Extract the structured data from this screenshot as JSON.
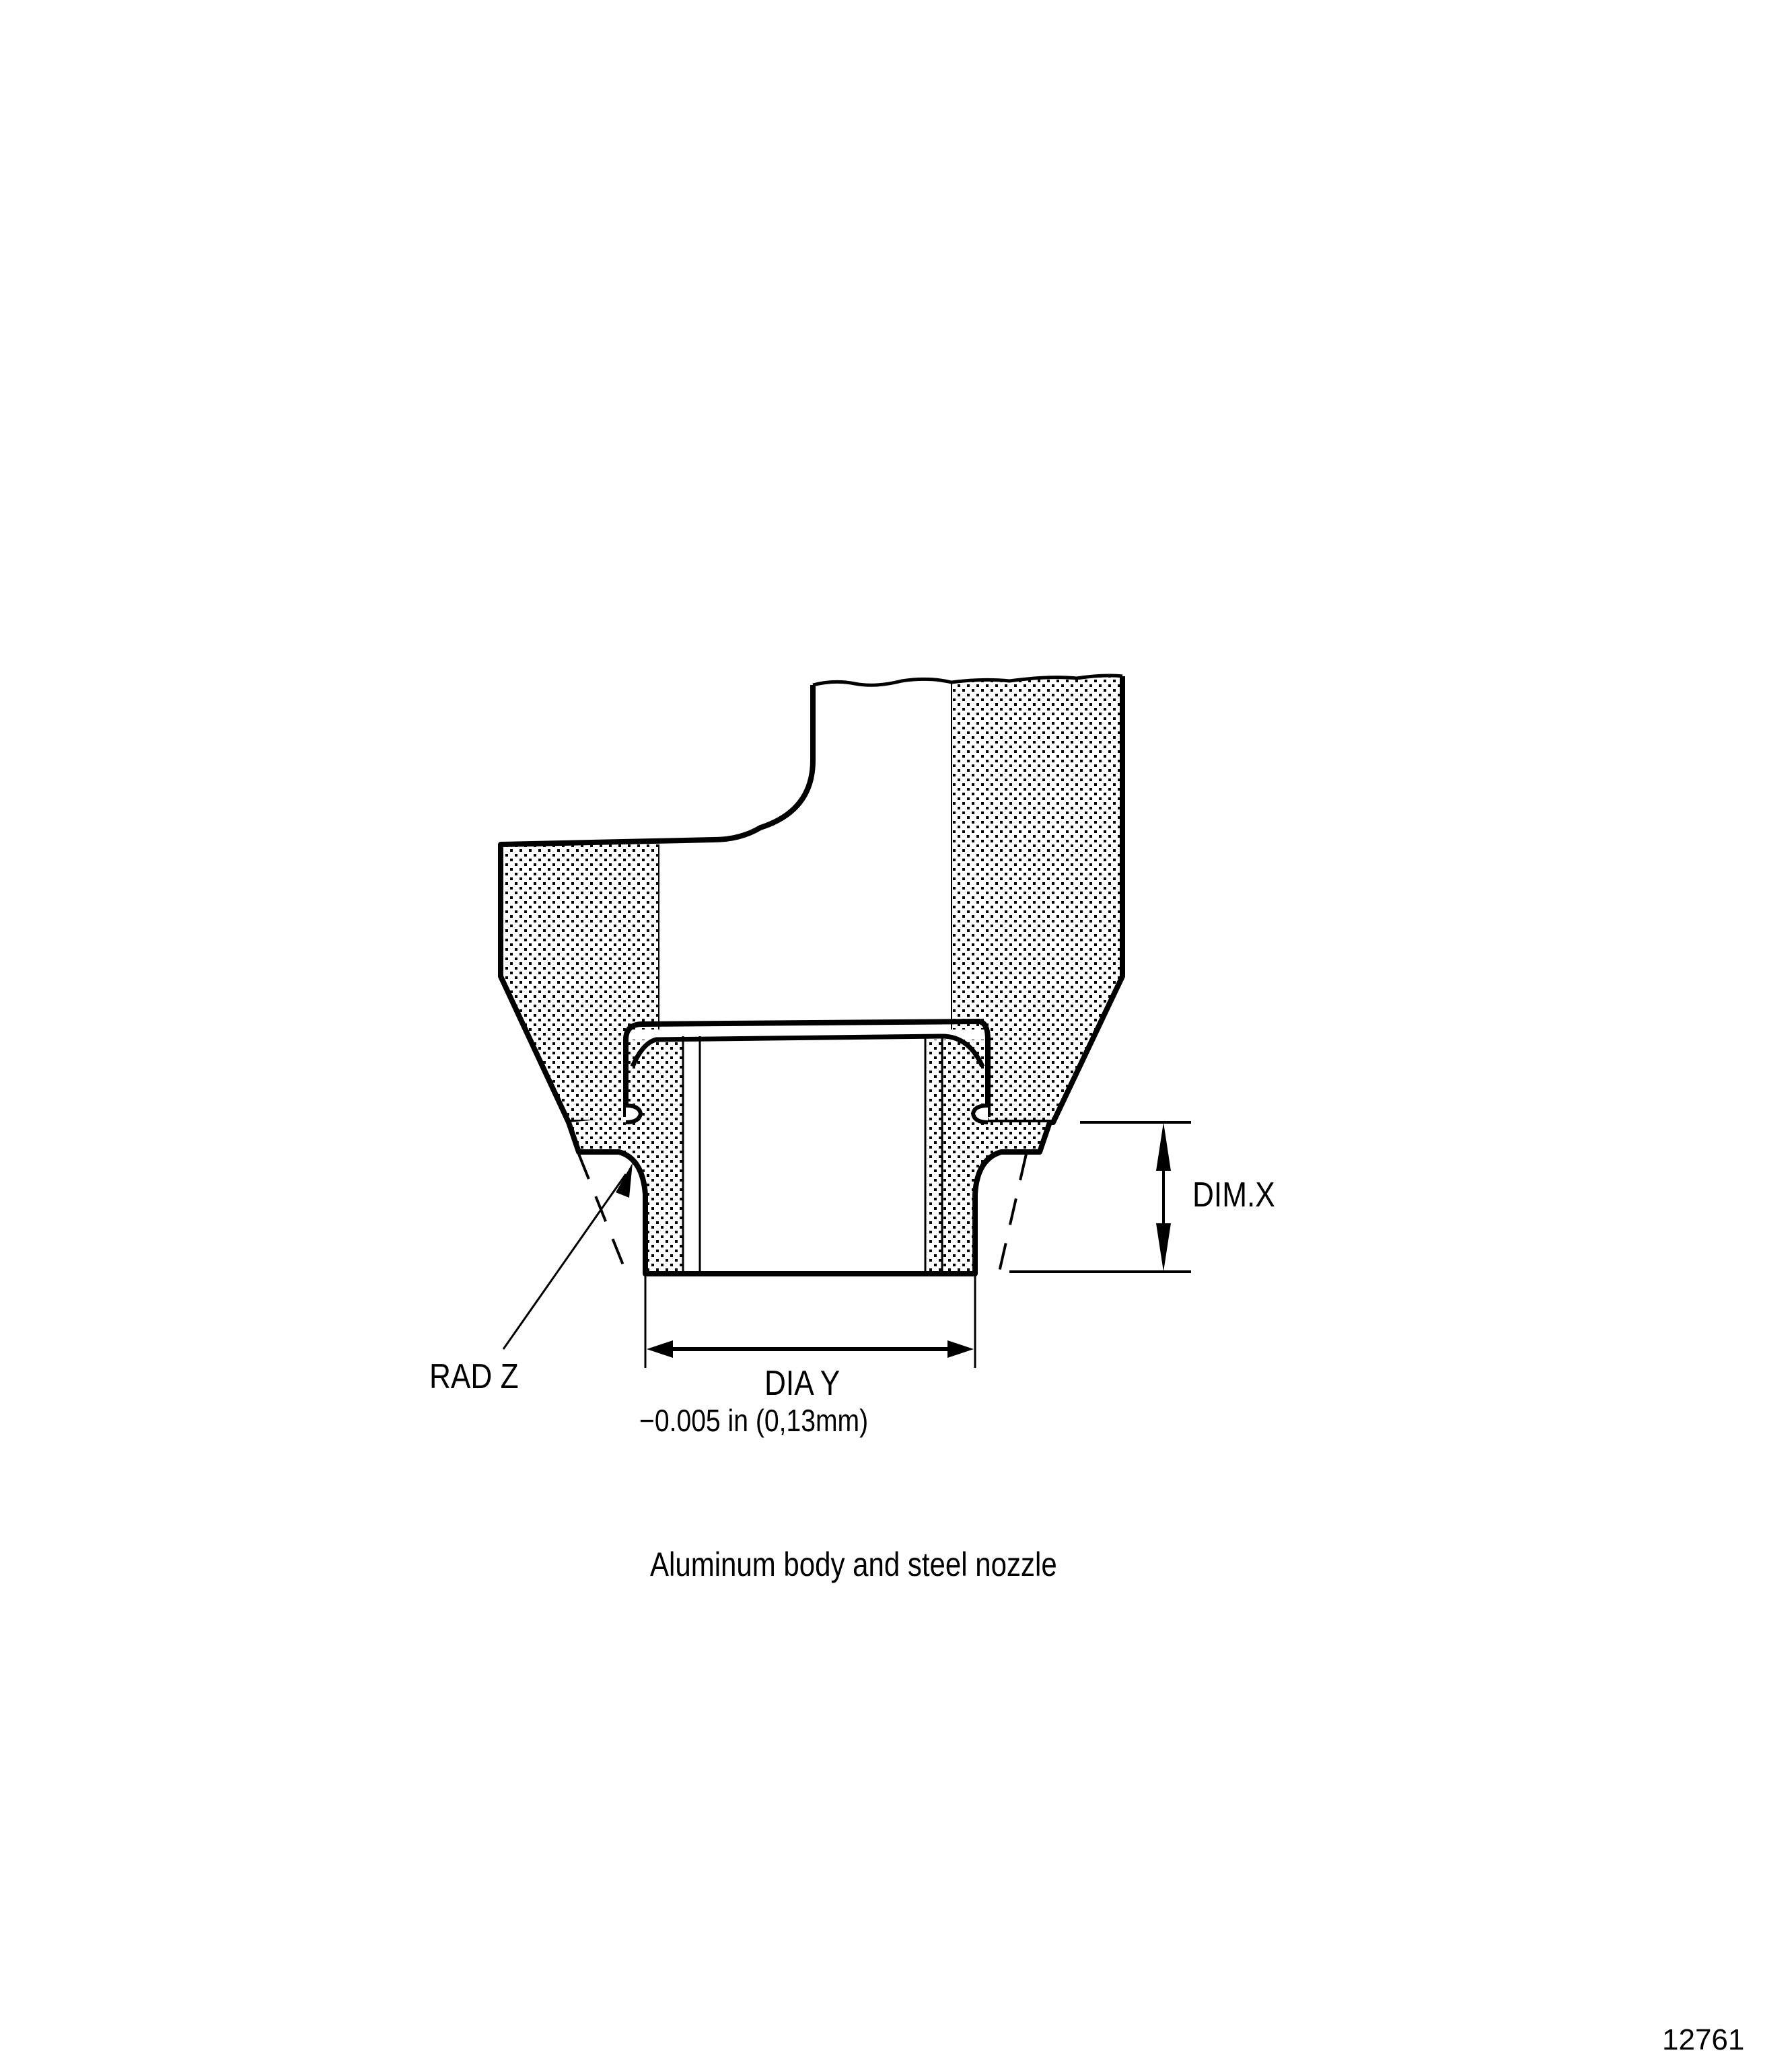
{
  "figure": {
    "title": "Aluminum body and steel nozzle",
    "figure_number": "12761",
    "subject": "Cross-section of aluminum body with pressed-in steel nozzle",
    "labels": {
      "rad_z": "RAD Z",
      "dia_y": "DIA Y",
      "dia_y_tolerance": "−0.005 in (0,13mm)",
      "dim_x": "DIM.X"
    },
    "colors": {
      "line": "#000000",
      "background": "#ffffff",
      "stipple": "#000000"
    }
  }
}
